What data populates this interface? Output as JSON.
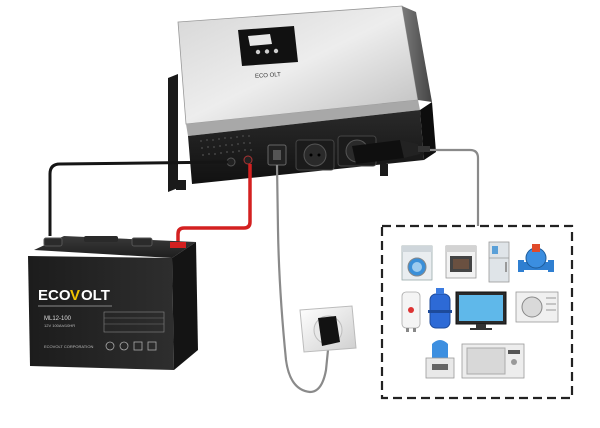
{
  "inverter": {
    "brand": "ECO  OLT"
  },
  "battery": {
    "brand_left": "ECO",
    "brand_right": "OLT",
    "model": "ML12-100",
    "rating": "12V 100Ah/10HR",
    "maker": "ECOVOLT CORPORATION"
  },
  "appliances": [
    {
      "name": "washing-machine-icon"
    },
    {
      "name": "oven-icon"
    },
    {
      "name": "refrigerator-icon"
    },
    {
      "name": "water-pump-icon"
    },
    {
      "name": "water-heater-icon"
    },
    {
      "name": "gas-cylinder-icon"
    },
    {
      "name": "television-icon"
    },
    {
      "name": "air-conditioner-icon"
    },
    {
      "name": "water-dispenser-icon"
    },
    {
      "name": "microwave-icon"
    }
  ],
  "colors": {
    "red_wire": "#d42020",
    "black_wire": "#151515",
    "grey_cable": "#8a8a8a",
    "brand_yellow": "#f0c400"
  }
}
